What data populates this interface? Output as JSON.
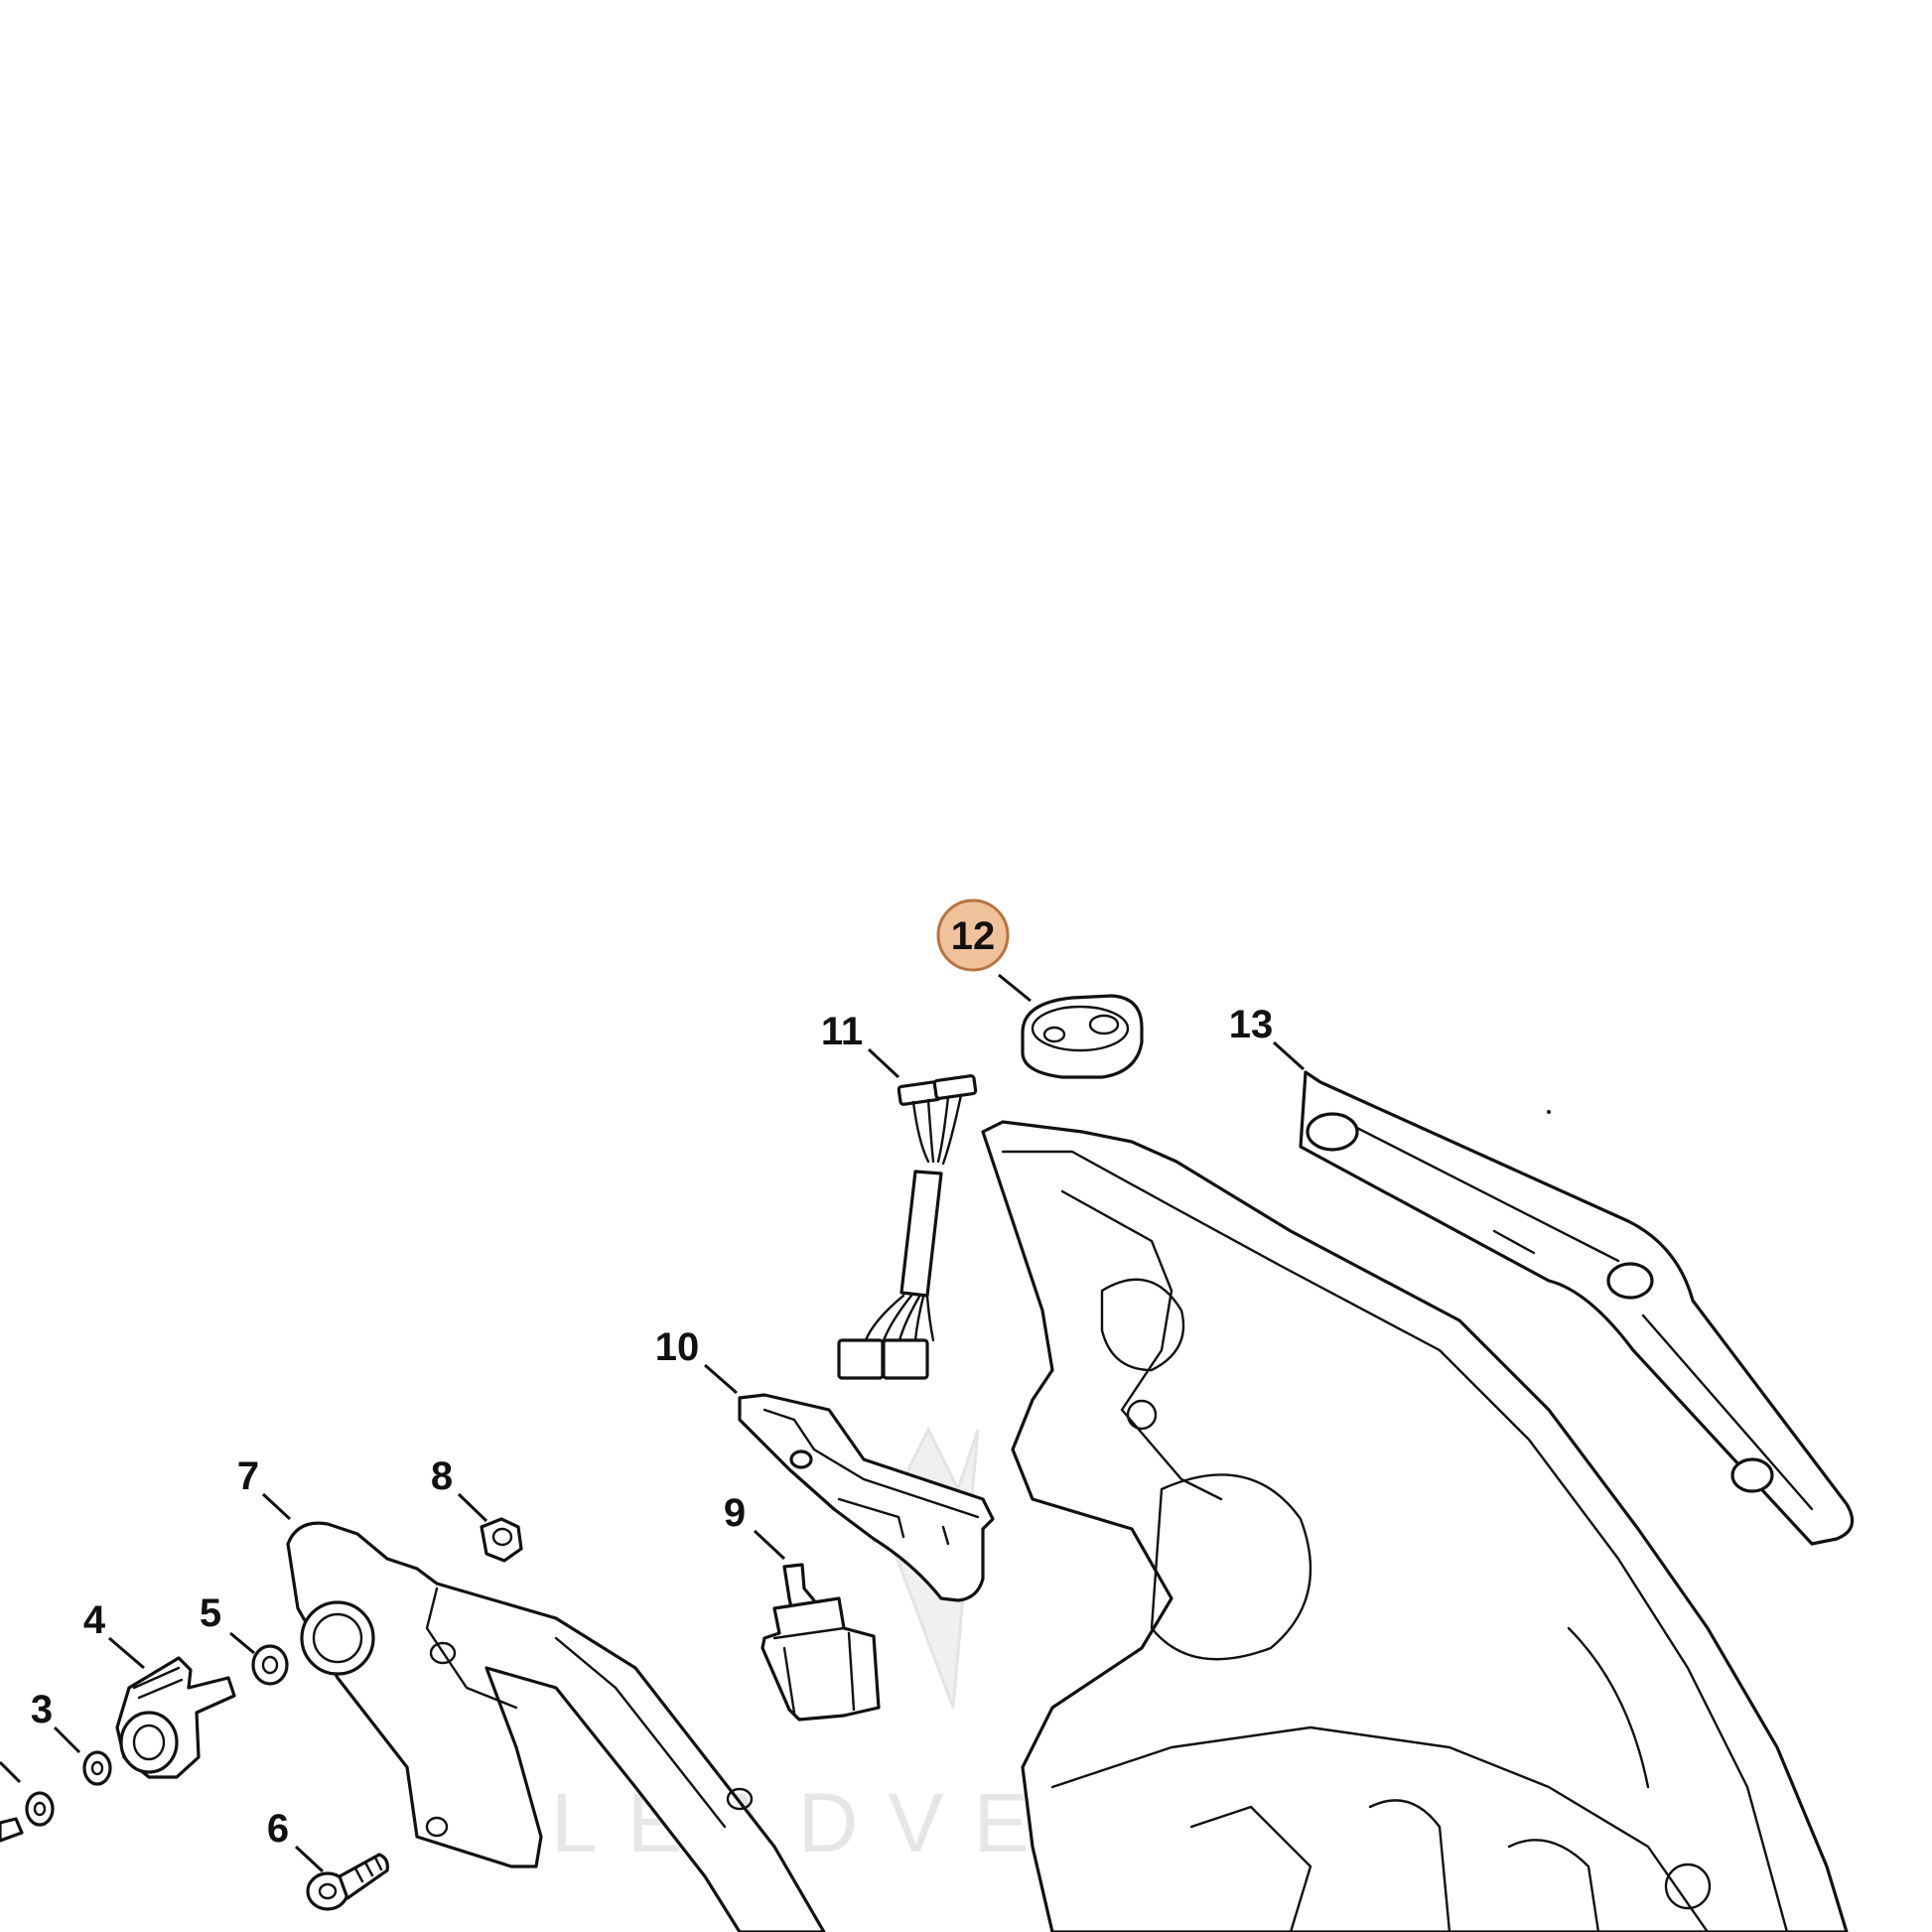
{
  "diagram": {
    "watermark": "LEADVENTURE",
    "highlight_color": "#efc29c",
    "highlight_stroke": "#b9733f",
    "callouts": [
      {
        "id": "3",
        "label": "3"
      },
      {
        "id": "4",
        "label": "4"
      },
      {
        "id": "5",
        "label": "5"
      },
      {
        "id": "6",
        "label": "6"
      },
      {
        "id": "7",
        "label": "7"
      },
      {
        "id": "8",
        "label": "8"
      },
      {
        "id": "9",
        "label": "9"
      },
      {
        "id": "10",
        "label": "10"
      },
      {
        "id": "11",
        "label": "11"
      },
      {
        "id": "12",
        "label": "12",
        "highlighted": true
      },
      {
        "id": "13",
        "label": "13"
      }
    ]
  }
}
